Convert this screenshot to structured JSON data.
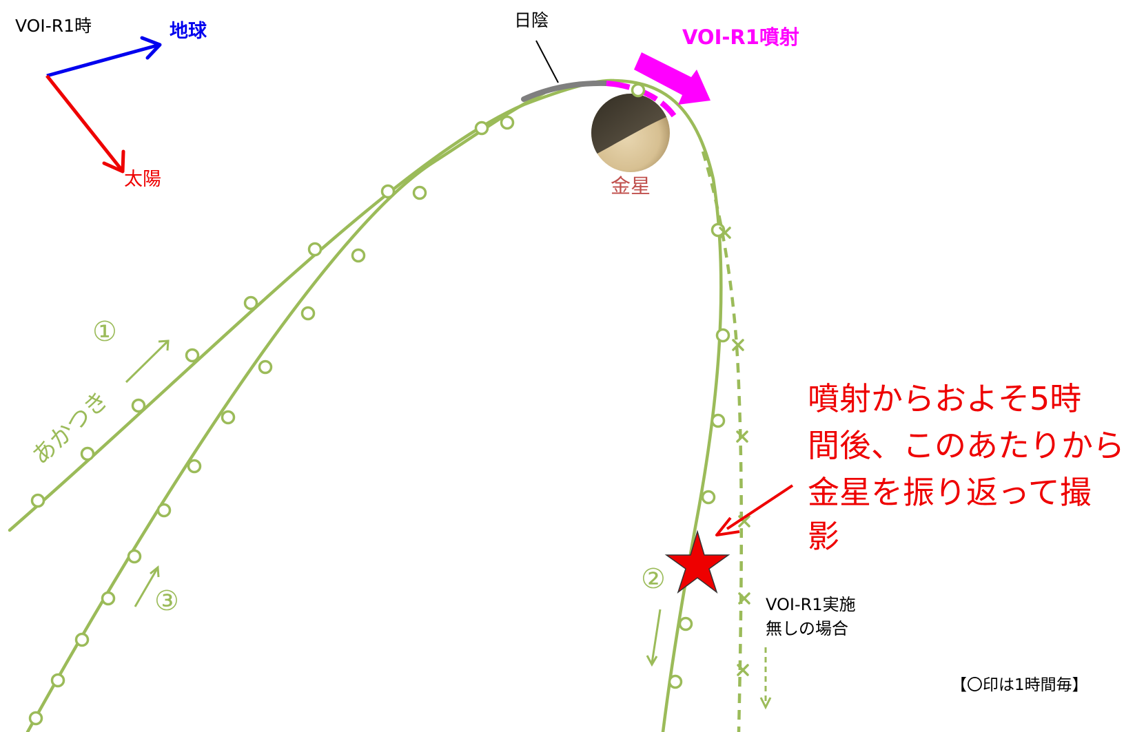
{
  "labels": {
    "event_time": "VOI-R1時",
    "earth": "地球",
    "sun": "太陽",
    "eclipse": "日陰",
    "burn": "VOI-R1噴射",
    "venus": "金星",
    "spacecraft": "あかつき",
    "step1": "①",
    "step2": "②",
    "step3": "③",
    "note_lines": [
      "噴射からおよそ5時",
      "間後、このあたりから",
      "金星を振り返って撮",
      "影"
    ],
    "no_burn_lines": [
      "VOI-R1実施",
      "無しの場合"
    ],
    "legend": "【〇印は1時間毎】"
  },
  "colors": {
    "orbit": "#9bbb59",
    "earth_arrow": "#0000ee",
    "sun_arrow": "#ee0000",
    "burn": "#ff00ff",
    "eclipse_arc": "#7f7f7f",
    "note": "#ee0000",
    "star": "#ee0000",
    "venus_label": "#c0504d"
  },
  "icons": {
    "imaging_point": "star-icon",
    "venus": "planet-icon"
  }
}
